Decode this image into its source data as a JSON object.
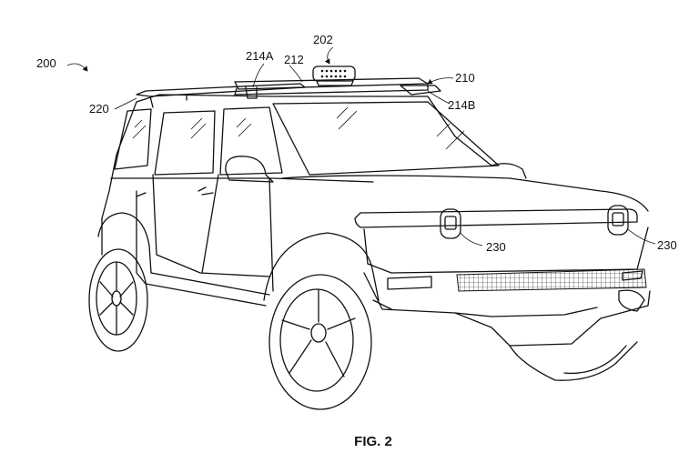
{
  "figure": {
    "caption": "FIG. 2"
  },
  "callouts": {
    "vehicle": "200",
    "sensor": "202",
    "roof_rack": "210",
    "crossbar": "212",
    "mount_a": "214A",
    "mount_b": "214B",
    "roof_rail": "220",
    "headlight_left": "230",
    "headlight_right": "230"
  },
  "colors": {
    "line": "#111111",
    "background": "#ffffff"
  }
}
